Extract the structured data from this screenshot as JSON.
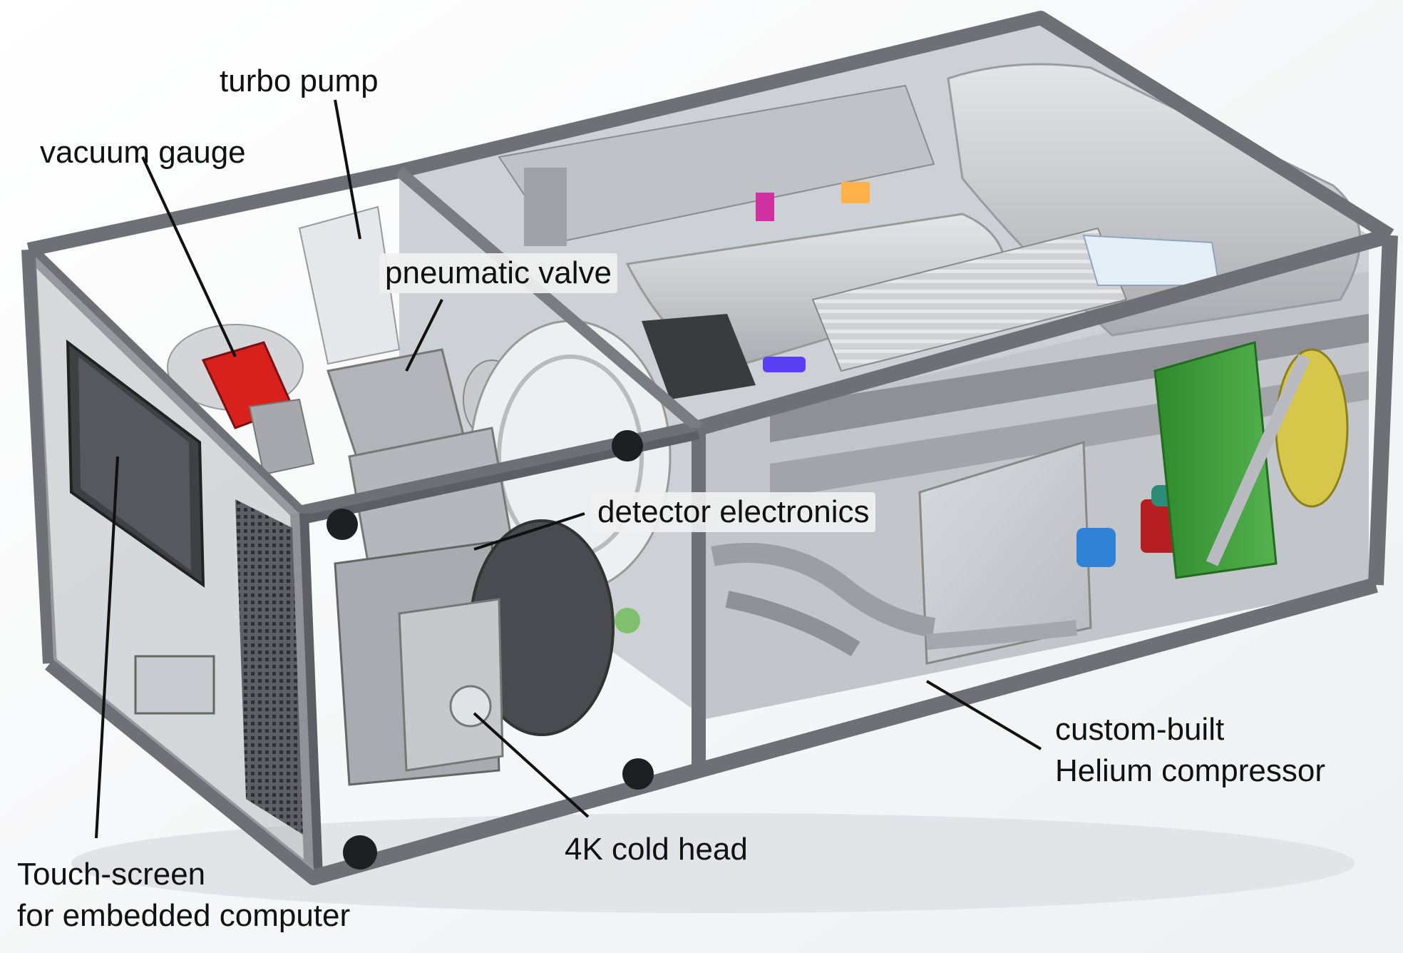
{
  "labels": {
    "turbo_pump": "turbo pump",
    "vacuum_gauge": "vacuum gauge",
    "pneumatic_valve": "pneumatic valve",
    "detector_electronics": "detector electronics",
    "compressor_line1": "custom-built",
    "compressor_line2": "Helium compressor",
    "cold_head": "4K cold head",
    "touchscreen_line1": "Touch-screen",
    "touchscreen_line2": "for embedded computer"
  },
  "colors": {
    "background": "#ffffff",
    "frame": "#6e7076",
    "frame_dark": "#3f4147",
    "panel_glass": "#c9cbd0",
    "component_gray": "#b4b6bb",
    "vacuum_gauge_red": "#d8201c",
    "board_green": "#3f9b3a",
    "valve_blue": "#2f82d6",
    "accent_purple": "#6a3fd0",
    "leader_line": "#111111"
  }
}
